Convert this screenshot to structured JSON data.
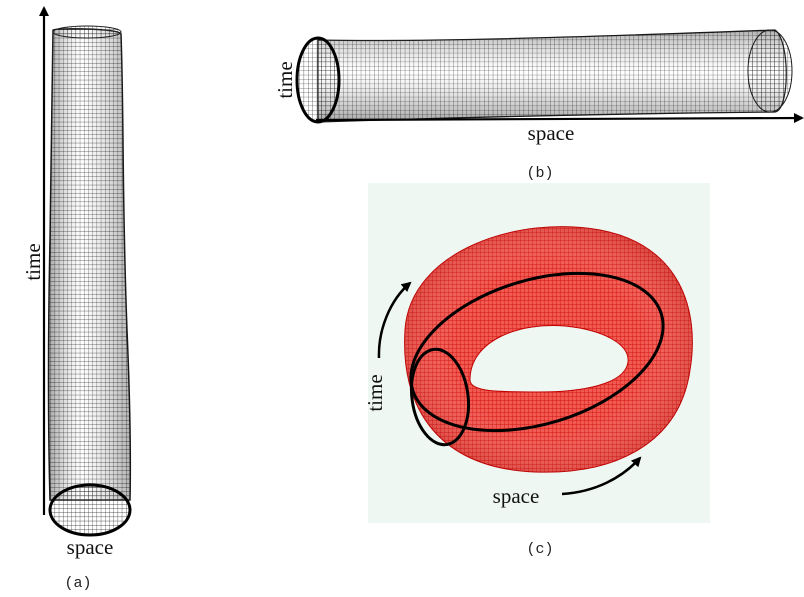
{
  "panel_a": {
    "time_label": "time",
    "space_label": "space",
    "caption": "(a)"
  },
  "panel_b": {
    "time_label": "time",
    "space_label": "space",
    "caption": "(b)"
  },
  "panel_c": {
    "time_label": "time",
    "space_label": "space",
    "caption": "(c)"
  },
  "colors": {
    "mesh": "#1a1a1a",
    "torus_mesh": "#e8231f",
    "torus_background": "#eef7f1",
    "loop": "#000000"
  }
}
